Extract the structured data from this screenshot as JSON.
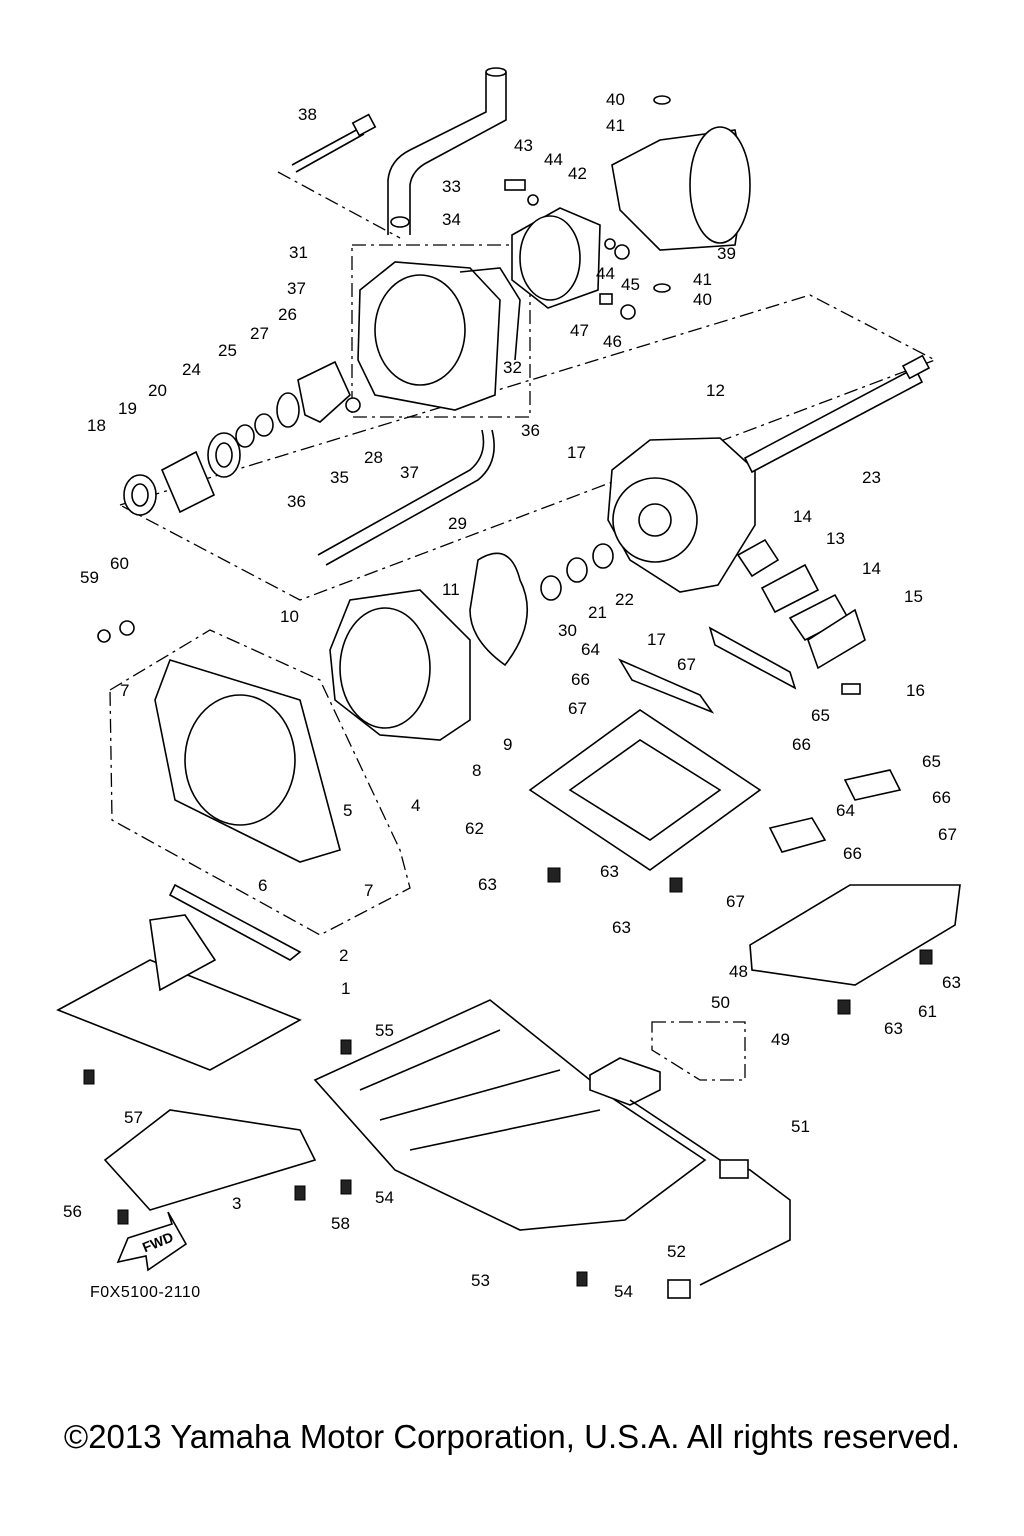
{
  "diagram": {
    "part_code": "F0X5100-2110",
    "copyright": "©2013 Yamaha Motor Corporation, U.S.A. All rights reserved.",
    "fwd_label": "FWD",
    "callouts": [
      {
        "n": "1"
      },
      {
        "n": "2"
      },
      {
        "n": "3"
      },
      {
        "n": "4"
      },
      {
        "n": "5"
      },
      {
        "n": "6"
      },
      {
        "n": "7"
      },
      {
        "n": "7"
      },
      {
        "n": "8"
      },
      {
        "n": "9"
      },
      {
        "n": "10"
      },
      {
        "n": "11"
      },
      {
        "n": "12"
      },
      {
        "n": "13"
      },
      {
        "n": "14"
      },
      {
        "n": "14"
      },
      {
        "n": "15"
      },
      {
        "n": "16"
      },
      {
        "n": "17"
      },
      {
        "n": "17"
      },
      {
        "n": "18"
      },
      {
        "n": "19"
      },
      {
        "n": "20"
      },
      {
        "n": "21"
      },
      {
        "n": "22"
      },
      {
        "n": "23"
      },
      {
        "n": "24"
      },
      {
        "n": "25"
      },
      {
        "n": "26"
      },
      {
        "n": "27"
      },
      {
        "n": "28"
      },
      {
        "n": "29"
      },
      {
        "n": "30"
      },
      {
        "n": "31"
      },
      {
        "n": "32"
      },
      {
        "n": "33"
      },
      {
        "n": "34"
      },
      {
        "n": "35"
      },
      {
        "n": "36"
      },
      {
        "n": "36"
      },
      {
        "n": "37"
      },
      {
        "n": "37"
      },
      {
        "n": "38"
      },
      {
        "n": "39"
      },
      {
        "n": "40"
      },
      {
        "n": "40"
      },
      {
        "n": "41"
      },
      {
        "n": "41"
      },
      {
        "n": "42"
      },
      {
        "n": "43"
      },
      {
        "n": "44"
      },
      {
        "n": "44"
      },
      {
        "n": "45"
      },
      {
        "n": "46"
      },
      {
        "n": "47"
      },
      {
        "n": "48"
      },
      {
        "n": "49"
      },
      {
        "n": "50"
      },
      {
        "n": "51"
      },
      {
        "n": "52"
      },
      {
        "n": "53"
      },
      {
        "n": "54"
      },
      {
        "n": "54"
      },
      {
        "n": "55"
      },
      {
        "n": "56"
      },
      {
        "n": "57"
      },
      {
        "n": "58"
      },
      {
        "n": "59"
      },
      {
        "n": "60"
      },
      {
        "n": "61"
      },
      {
        "n": "62"
      },
      {
        "n": "63"
      },
      {
        "n": "63"
      },
      {
        "n": "63"
      },
      {
        "n": "63"
      },
      {
        "n": "63"
      },
      {
        "n": "64"
      },
      {
        "n": "64"
      },
      {
        "n": "65"
      },
      {
        "n": "65"
      },
      {
        "n": "66"
      },
      {
        "n": "66"
      },
      {
        "n": "66"
      },
      {
        "n": "66"
      },
      {
        "n": "67"
      },
      {
        "n": "67"
      },
      {
        "n": "67"
      },
      {
        "n": "67"
      }
    ]
  }
}
